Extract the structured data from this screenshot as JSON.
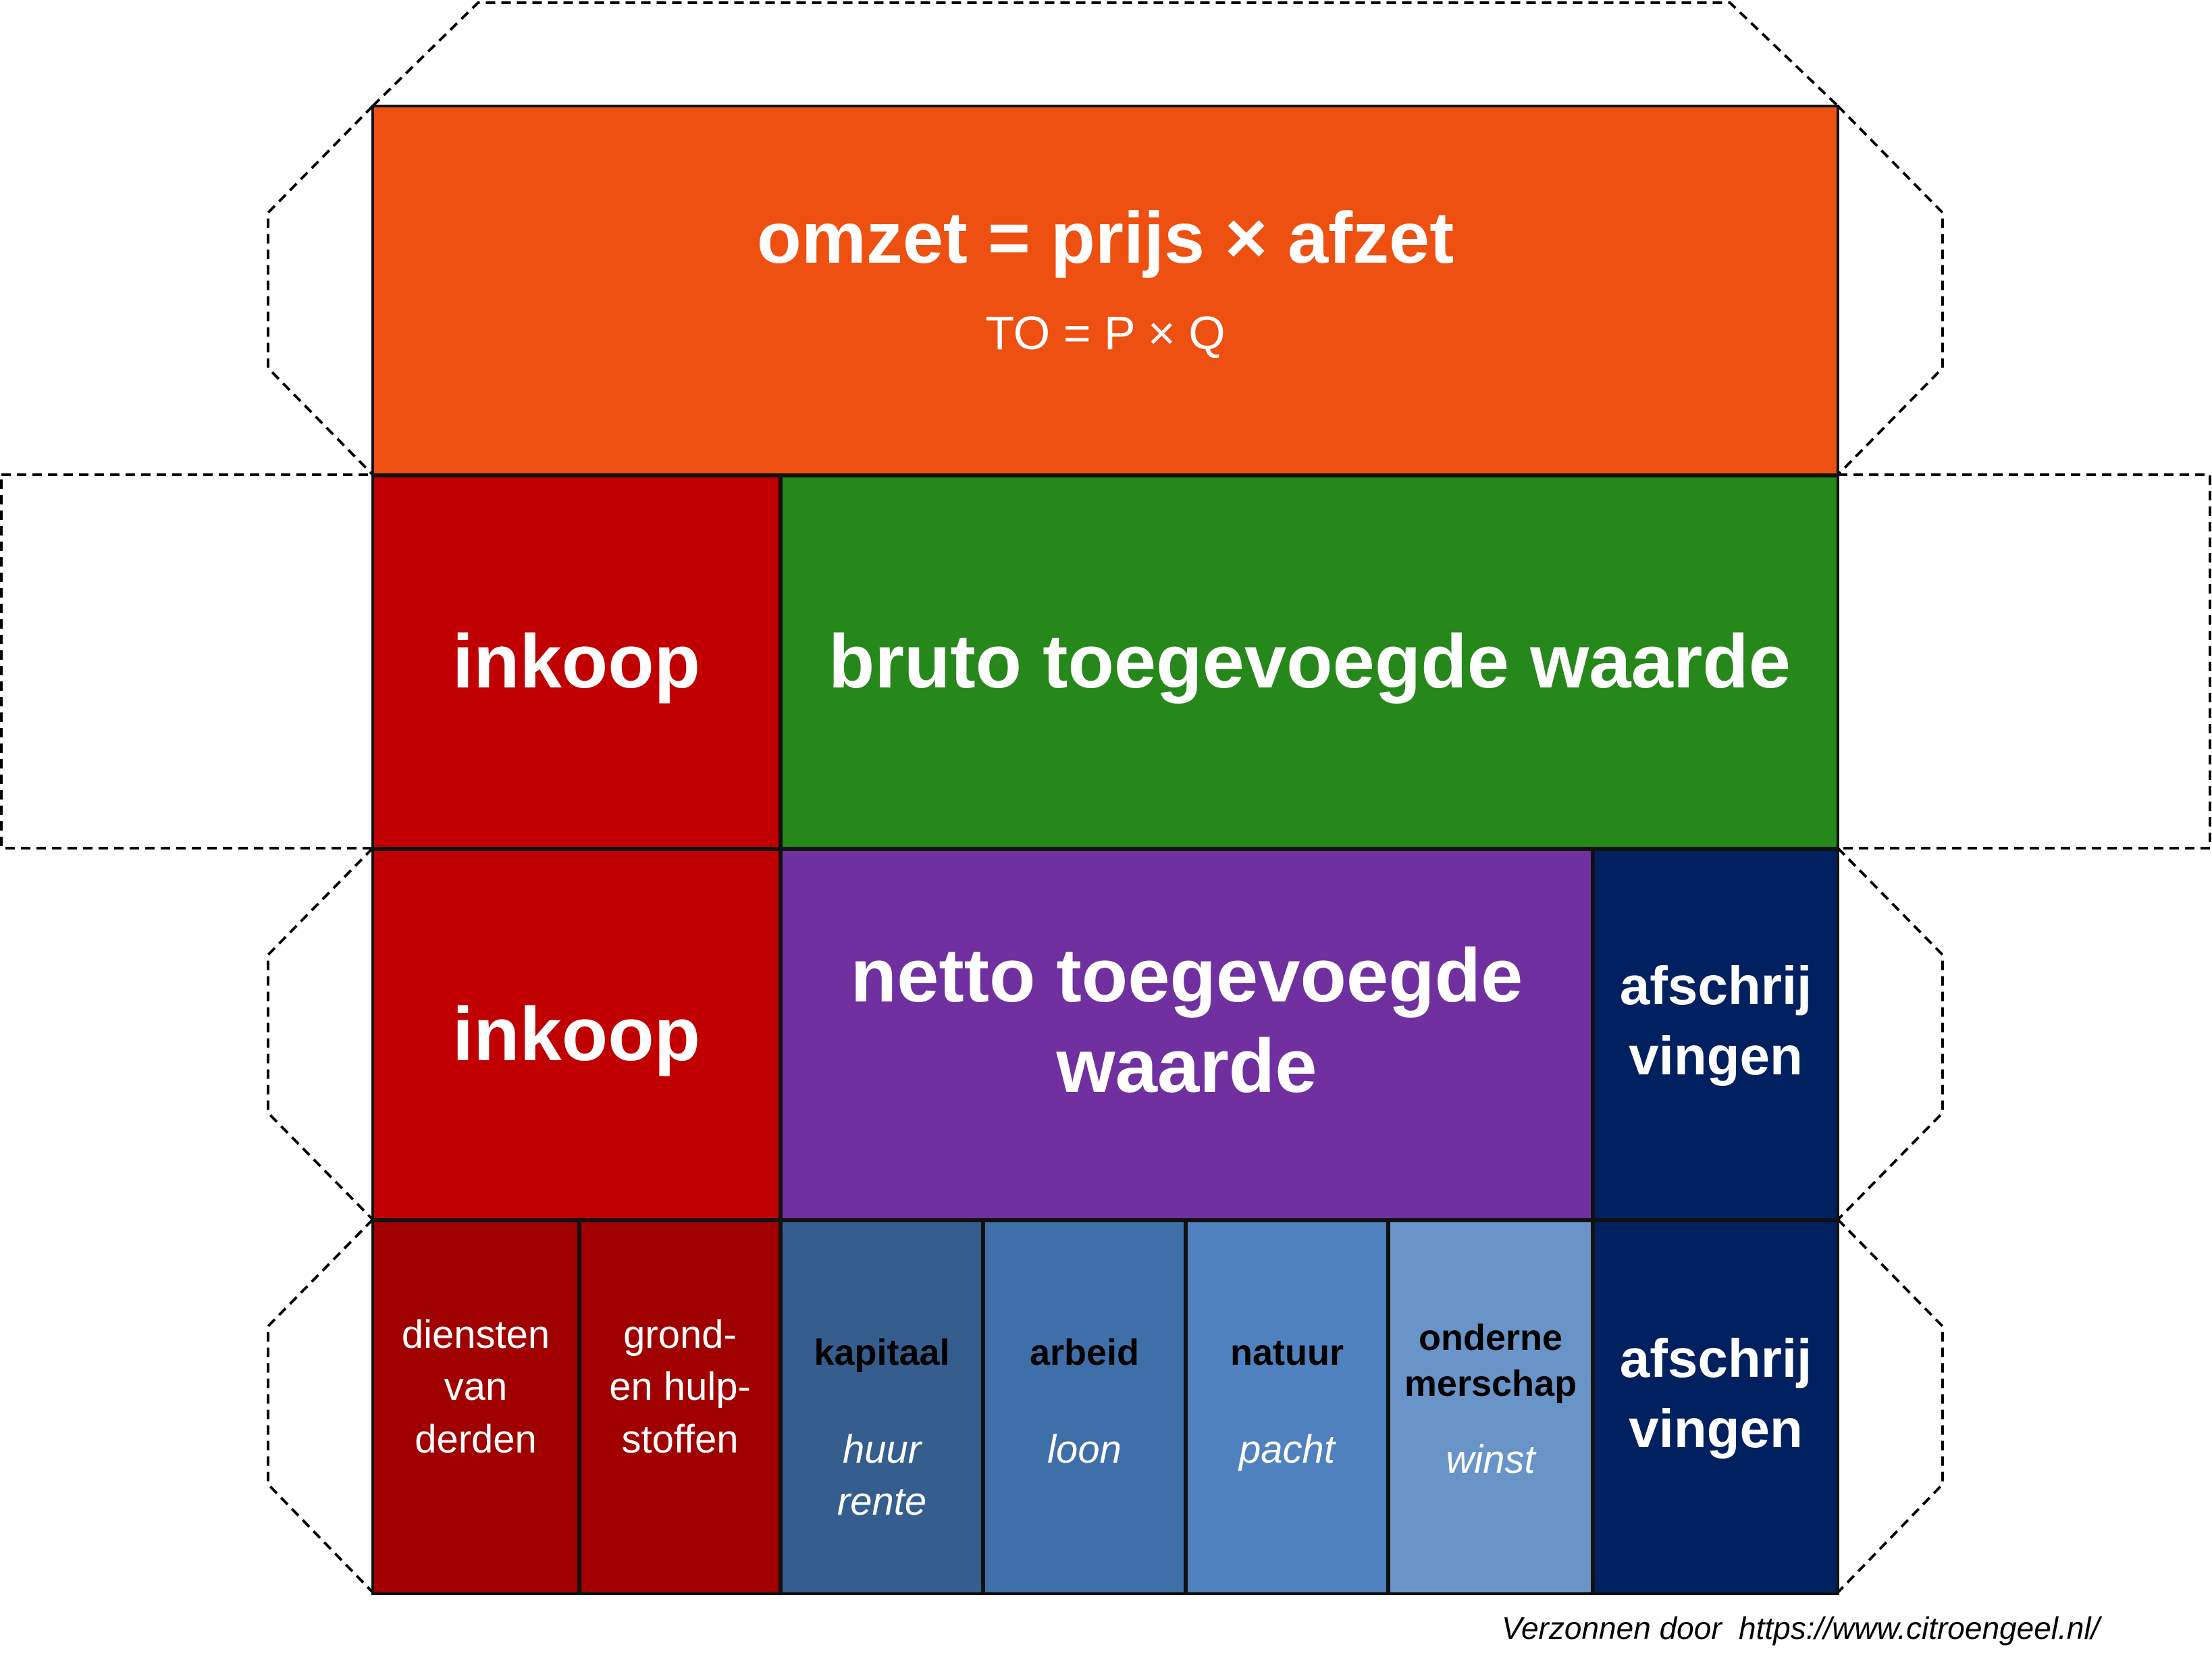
{
  "colors": {
    "omzet": "#EE5011",
    "inkoop": "#C00000",
    "bruto": "#26871A",
    "netto": "#7030A0",
    "afschrijvingen": "#002060",
    "derden": "#A00000",
    "kapitaal": "#355E8F",
    "arbeid": "#3F6FA8",
    "natuur": "#4E81BD",
    "ondernemerschap": "#6894C8"
  },
  "rows": {
    "omzet": {
      "title": "omzet = prijs × afzet",
      "formula": "TO = P × Q"
    },
    "bruto": {
      "inkoop": "inkoop",
      "bruto": "bruto toegevoegde waarde"
    },
    "netto": {
      "inkoop": "inkoop",
      "netto_line1": "netto toegevoegde",
      "netto_line2": "waarde",
      "afschrijvingen_line1": "afschrij",
      "afschrijvingen_line2": "vingen"
    },
    "detail": {
      "diensten": [
        "diensten",
        "van",
        "derden"
      ],
      "grondstoffen": [
        "grond-",
        "en hulp-",
        "stoffen"
      ],
      "factors": [
        {
          "name": "kapitaal",
          "income": [
            "huur",
            "rente"
          ]
        },
        {
          "name": "arbeid",
          "income": [
            "loon"
          ]
        },
        {
          "name": "natuur",
          "income": [
            "pacht"
          ]
        },
        {
          "name_line1": "onderne",
          "name_line2": "merschap",
          "income": [
            "winst"
          ]
        }
      ],
      "afschrijvingen_line1": "afschrij",
      "afschrijvingen_line2": "vingen"
    }
  },
  "footer": {
    "credit": "Verzonnen door",
    "url": "https://www.citroengeel.nl/"
  }
}
